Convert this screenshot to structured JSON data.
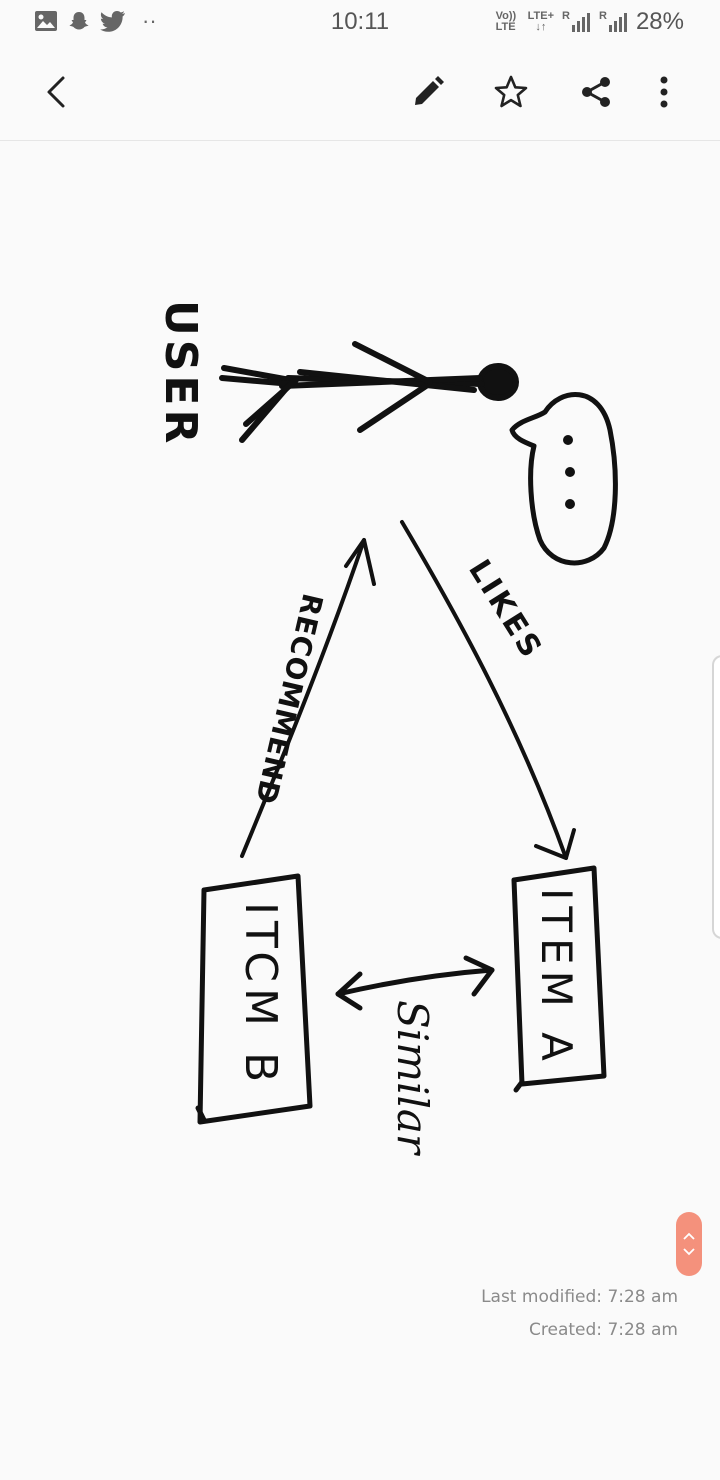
{
  "status_bar": {
    "time": "10:11",
    "volte_label": "Vo)) LTE",
    "lte_label": "LTE+",
    "roaming_1": "R",
    "roaming_2": "R",
    "battery": "28%",
    "dots": "··",
    "icons": [
      "gallery-icon",
      "snapchat-icon",
      "twitter-icon"
    ]
  },
  "toolbar": {
    "icons": [
      "back-icon",
      "edit-icon",
      "favorite-star-icon",
      "share-icon",
      "more-options-icon"
    ]
  },
  "drawing": {
    "user_label": "USER",
    "likes_label": "LIKES",
    "recommend_label": "RECOMMEND",
    "item_a_label": "ITEM A",
    "item_b_label": "ITCM B",
    "similar_label": "Similar",
    "speech_bubble": "..."
  },
  "meta": {
    "last_modified": "Last modified: 7:28 am",
    "created": "Created: 7:28 am"
  },
  "scroll_control": {
    "icons": [
      "chevron-up-icon",
      "chevron-down-icon"
    ]
  },
  "colors": {
    "accent": "#f4917c",
    "ink": "#111111",
    "background": "#fafafa"
  }
}
